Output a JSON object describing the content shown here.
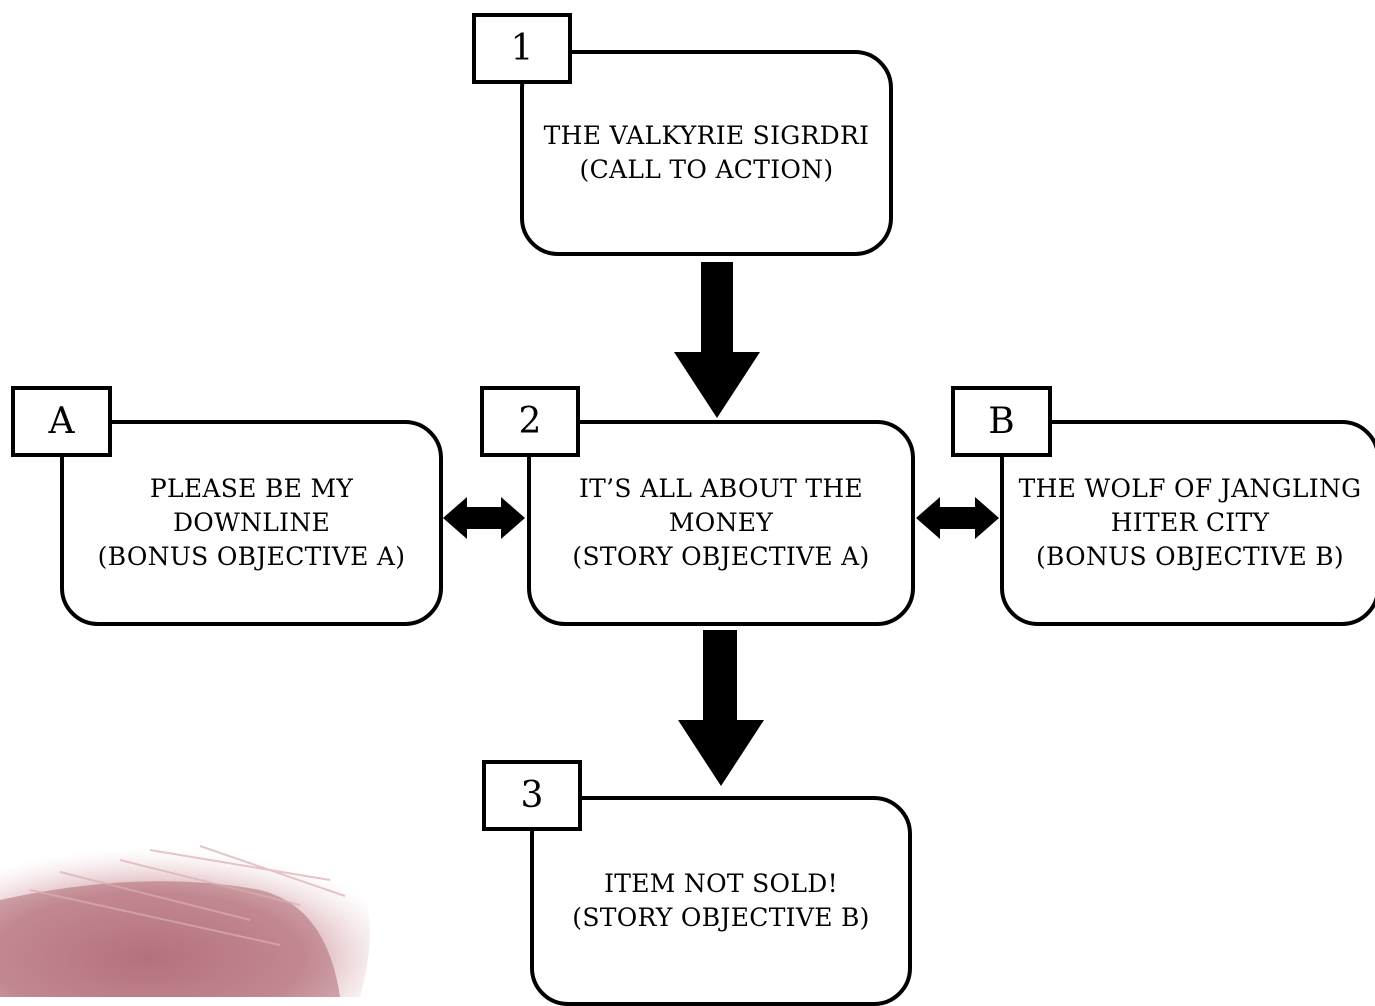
{
  "nodes": [
    {
      "id": "1",
      "tag": "1",
      "text": "THE VALKYRIE SIGRDRI\n(CALL TO ACTION)"
    },
    {
      "id": "A",
      "tag": "A",
      "text": "PLEASE BE MY\nDOWNLINE\n(BONUS OBJECTIVE A)"
    },
    {
      "id": "2",
      "tag": "2",
      "text": "IT’S ALL ABOUT THE\nMONEY\n(STORY OBJECTIVE A)"
    },
    {
      "id": "B",
      "tag": "B",
      "text": "THE WOLF OF JANGLING\nHITER CITY\n(BONUS OBJECTIVE B)"
    },
    {
      "id": "3",
      "tag": "3",
      "text": "ITEM NOT SOLD!\n(STORY OBJECTIVE B)"
    }
  ],
  "edges": [
    {
      "from": "1",
      "to": "2",
      "direction": "one-way"
    },
    {
      "from": "A",
      "to": "2",
      "direction": "two-way"
    },
    {
      "from": "2",
      "to": "B",
      "direction": "two-way"
    },
    {
      "from": "2",
      "to": "3",
      "direction": "one-way"
    }
  ],
  "colors": {
    "stroke": "#000000",
    "fill": "#ffffff",
    "arrow": "#000000",
    "brush": "#b4707a"
  }
}
